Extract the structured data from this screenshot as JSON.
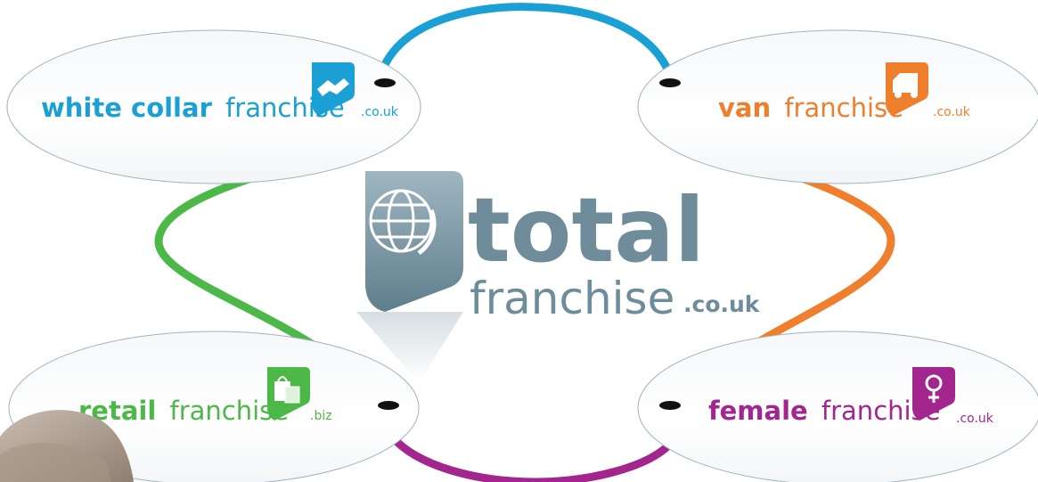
{
  "center": {
    "word": "total",
    "sub": "franchise",
    "tld": ".co.uk"
  },
  "nodes": [
    {
      "id": "white-collar",
      "bold": "white collar",
      "rest": "franchise",
      "tld": ".co.uk",
      "color": "#1aa0d4",
      "icon": "handshake-icon"
    },
    {
      "id": "van",
      "bold": "van",
      "rest": "franchise",
      "tld": ".co.uk",
      "color": "#ef7f2d",
      "icon": "van-icon"
    },
    {
      "id": "retail",
      "bold": "retail",
      "rest": "franchise",
      "tld": ".biz",
      "color": "#4cb848",
      "icon": "shopping-bags-icon"
    },
    {
      "id": "female",
      "bold": "female",
      "rest": "franchise",
      "tld": ".co.uk",
      "color": "#a3268f",
      "icon": "female-symbol-icon"
    }
  ],
  "colors": {
    "blue": "#1aa0d4",
    "orange": "#ef7f2d",
    "green": "#4cb848",
    "purple": "#a3268f",
    "slate": "#6e8c9a",
    "grey_text": "#6f7f86"
  }
}
